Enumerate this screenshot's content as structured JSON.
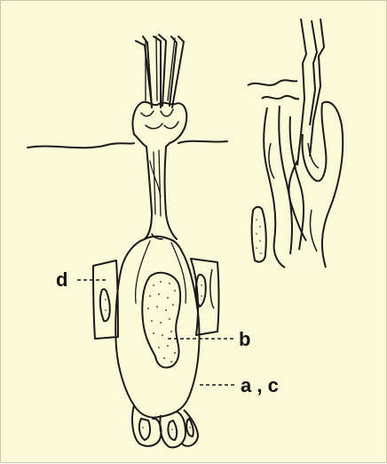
{
  "labels": {
    "d": "d",
    "b": "b",
    "ac": "a , c"
  }
}
